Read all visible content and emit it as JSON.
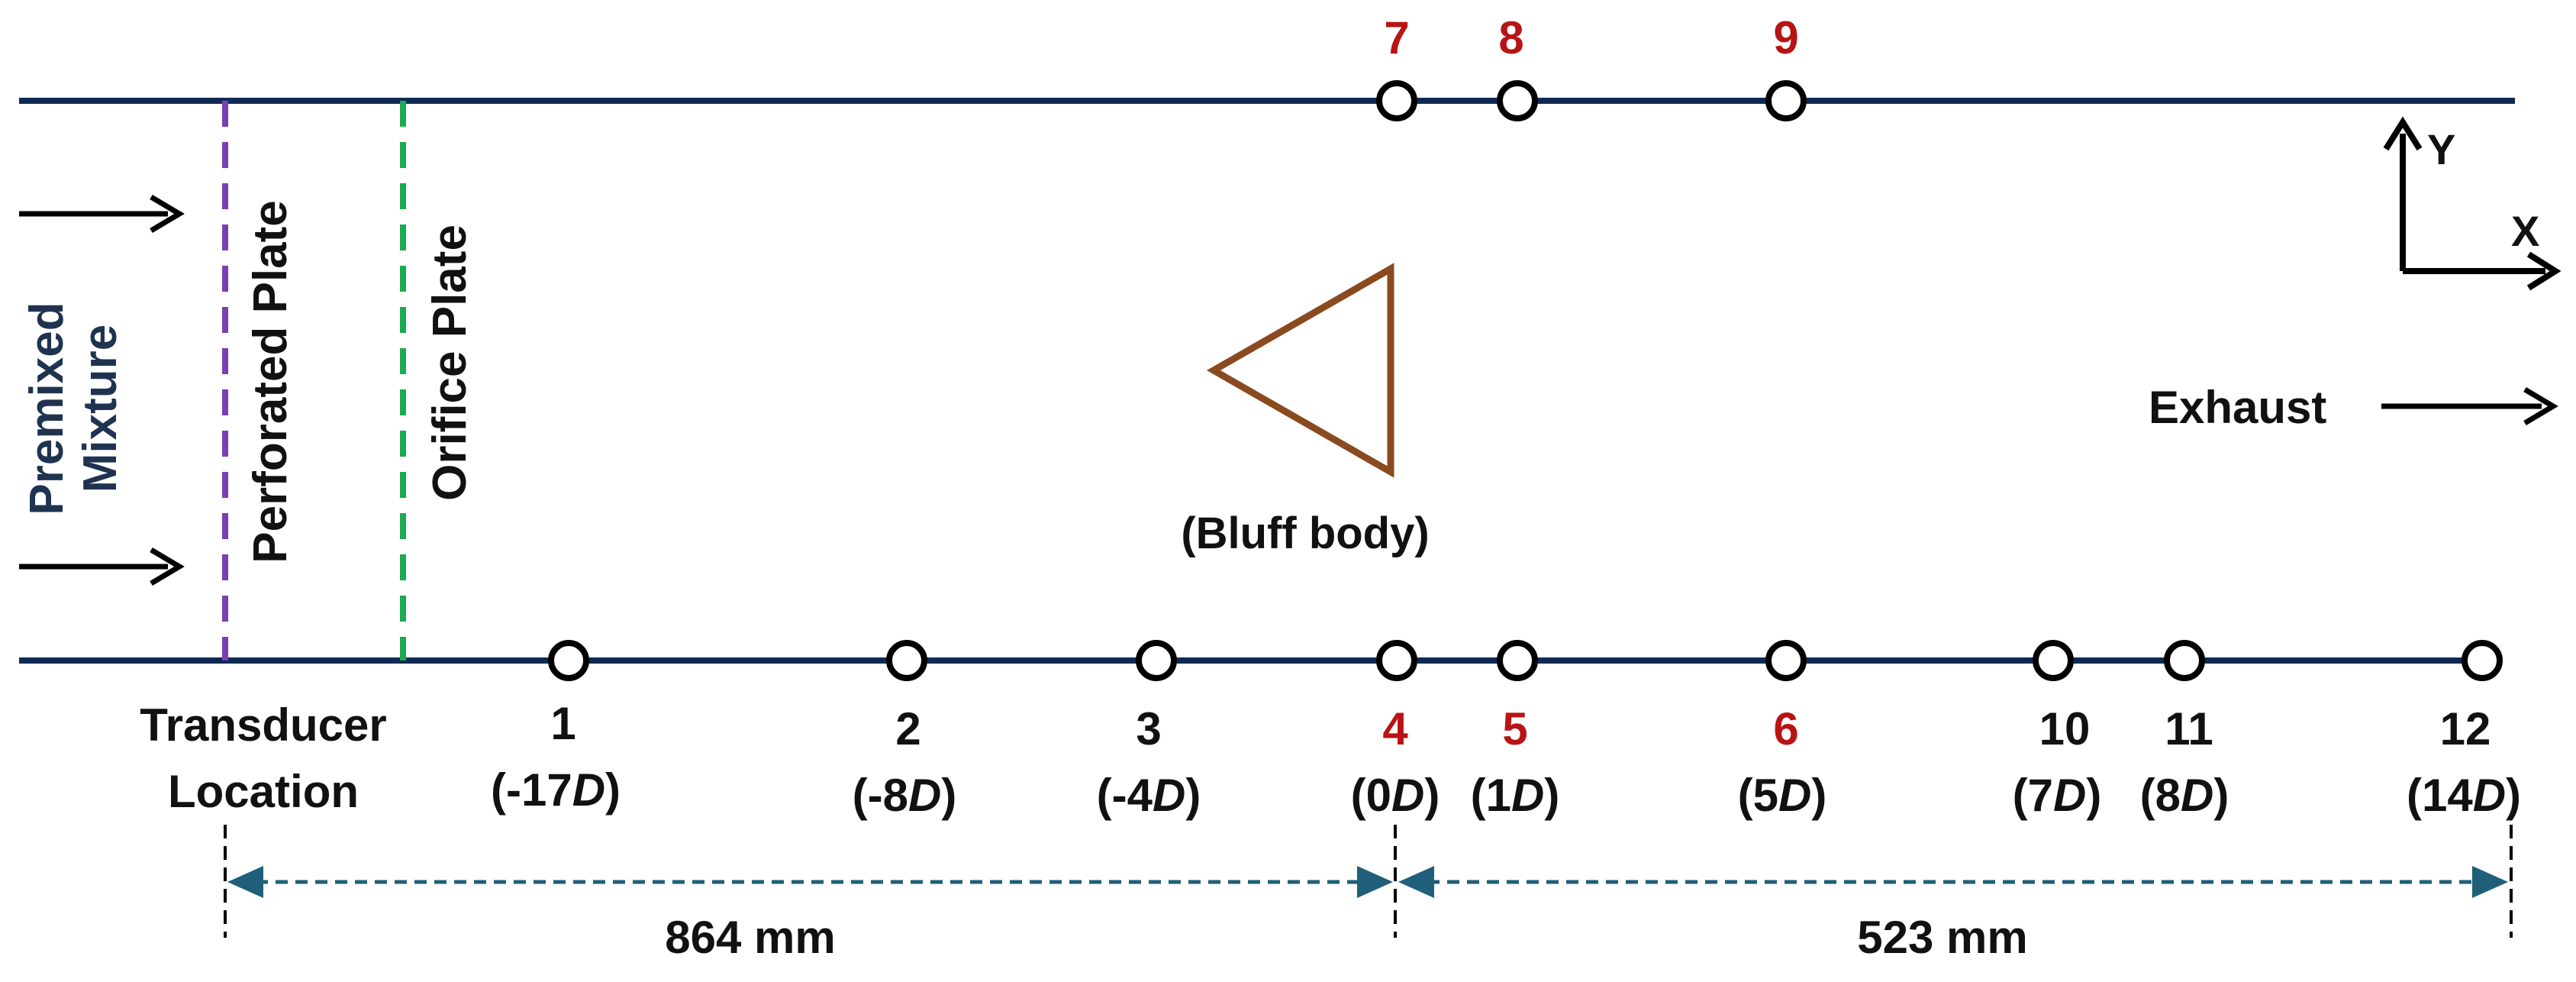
{
  "colors": {
    "wall": "#0f2a52",
    "arrow": "#000000",
    "perforated_plate": "#7a3fb0",
    "orifice_plate": "#1aaa4f",
    "bluff_body": "#8a4a1f",
    "dimension": "#1f5f7a",
    "highlight_label": "#b81414",
    "text": "#111111",
    "inlet_text": "#1f3350"
  },
  "inlet": {
    "line1": "Premixed",
    "line2": "Mixture"
  },
  "plates": {
    "perforated": "Perforated Plate",
    "orifice": "Orifice Plate"
  },
  "bluff_body": {
    "label": "(Bluff body)"
  },
  "exhaust": {
    "label": "Exhaust"
  },
  "axes": {
    "y": "Y",
    "x": "X"
  },
  "transducer": {
    "line1": "Transducer",
    "line2": "Location"
  },
  "top_ports": [
    {
      "number": "7",
      "highlight": true
    },
    {
      "number": "8",
      "highlight": true
    },
    {
      "number": "9",
      "highlight": true
    }
  ],
  "bottom_ports": [
    {
      "number": "1",
      "offset_prefix": "(-17",
      "offset_unit": "D",
      "offset_suffix": ")",
      "highlight": false
    },
    {
      "number": "2",
      "offset_prefix": "(-8",
      "offset_unit": "D",
      "offset_suffix": ")",
      "highlight": false
    },
    {
      "number": "3",
      "offset_prefix": "(-4",
      "offset_unit": "D",
      "offset_suffix": ")",
      "highlight": false
    },
    {
      "number": "4",
      "offset_prefix": "(0",
      "offset_unit": "D",
      "offset_suffix": ")",
      "highlight": true
    },
    {
      "number": "5",
      "offset_prefix": "(1",
      "offset_unit": "D",
      "offset_suffix": ")",
      "highlight": true
    },
    {
      "number": "6",
      "offset_prefix": "(5",
      "offset_unit": "D",
      "offset_suffix": ")",
      "highlight": true
    },
    {
      "number": "10",
      "offset_prefix": "(7",
      "offset_unit": "D",
      "offset_suffix": ")",
      "highlight": false
    },
    {
      "number": "11",
      "offset_prefix": "(8",
      "offset_unit": "D",
      "offset_suffix": ")",
      "highlight": false
    },
    {
      "number": "12",
      "offset_prefix": "(14",
      "offset_unit": "D",
      "offset_suffix": ")",
      "highlight": false
    }
  ],
  "dimensions": {
    "left": "864 mm",
    "right": "523 mm"
  }
}
